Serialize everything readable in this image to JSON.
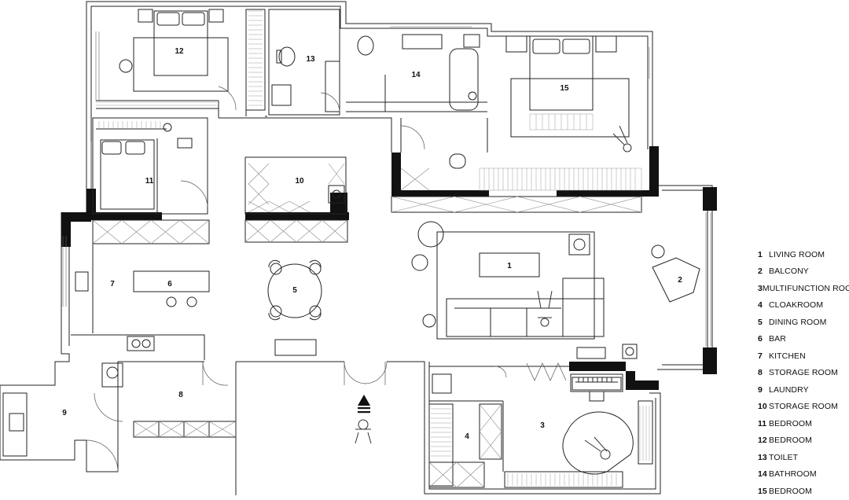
{
  "rooms": {
    "r1": "1",
    "r2": "2",
    "r3": "3",
    "r4": "4",
    "r5": "5",
    "r6": "6",
    "r7": "7",
    "r8": "8",
    "r9": "9",
    "r10": "10",
    "r11": "11",
    "r12": "12",
    "r13": "13",
    "r14": "14",
    "r15": "15"
  },
  "legend": [
    {
      "num": "1",
      "label": "LIVING ROOM"
    },
    {
      "num": "2",
      "label": "BALCONY"
    },
    {
      "num": "3",
      "label": "MULTIFUNCTION ROOM"
    },
    {
      "num": "4",
      "label": "CLOAKROOM"
    },
    {
      "num": "5",
      "label": "DINING ROOM"
    },
    {
      "num": "6",
      "label": "BAR"
    },
    {
      "num": "7",
      "label": "KITCHEN"
    },
    {
      "num": "8",
      "label": "STORAGE ROOM"
    },
    {
      "num": "9",
      "label": "LAUNDRY"
    },
    {
      "num": "10",
      "label": "STORAGE ROOM"
    },
    {
      "num": "11",
      "label": "BEDROOM"
    },
    {
      "num": "12",
      "label": "BEDROOM"
    },
    {
      "num": "13",
      "label": "TOILET"
    },
    {
      "num": "14",
      "label": "BATHROOM"
    },
    {
      "num": "15",
      "label": "BEDROOM"
    }
  ],
  "icons": {
    "entry": "entry-arrow-icon",
    "person": "person-icon",
    "bed": "bed-icon",
    "sofa": "sofa-icon",
    "table": "dining-table-icon",
    "piano": "piano-icon"
  }
}
